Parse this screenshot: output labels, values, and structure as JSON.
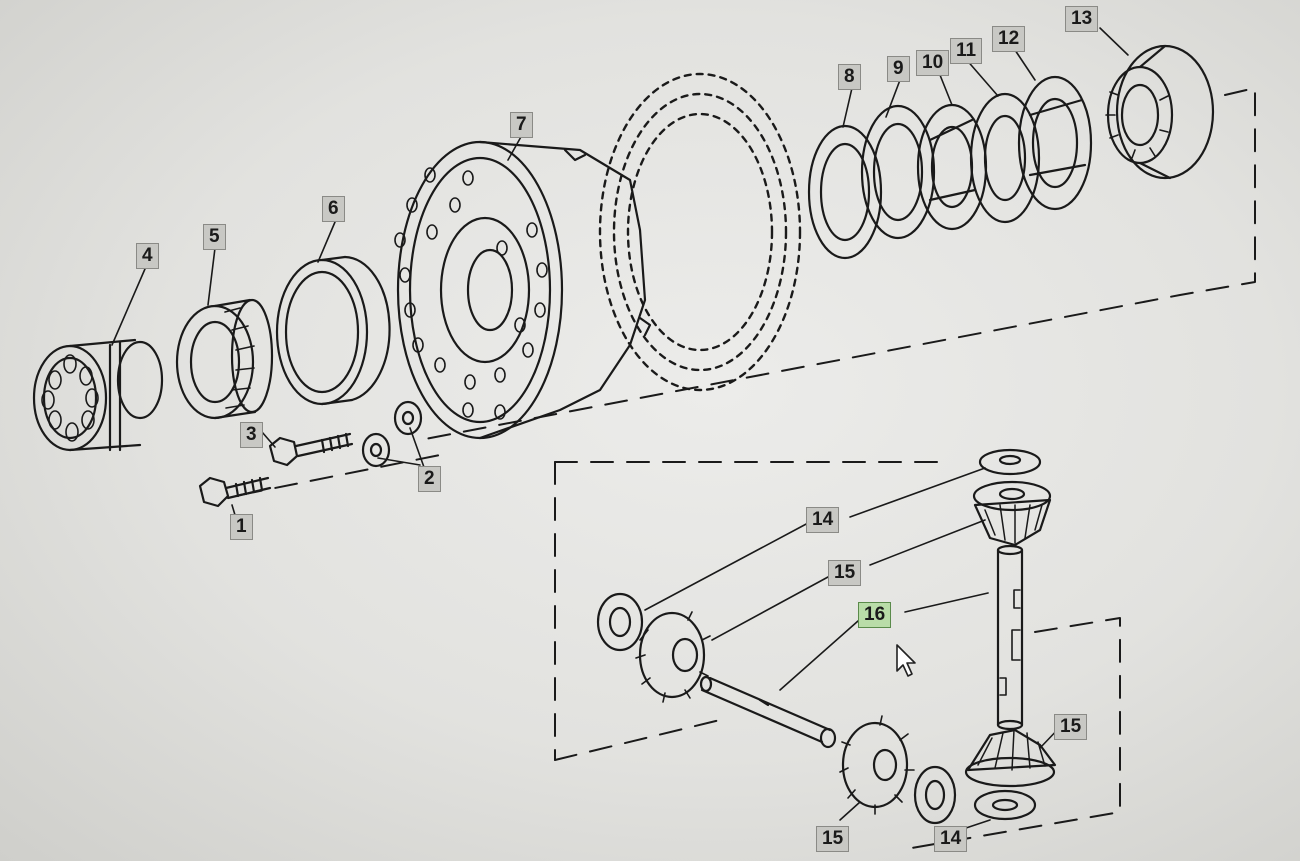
{
  "callouts": [
    {
      "id": "c1",
      "label": "1"
    },
    {
      "id": "c2",
      "label": "2"
    },
    {
      "id": "c3",
      "label": "3"
    },
    {
      "id": "c4",
      "label": "4"
    },
    {
      "id": "c5",
      "label": "5"
    },
    {
      "id": "c6",
      "label": "6"
    },
    {
      "id": "c7",
      "label": "7"
    },
    {
      "id": "c8",
      "label": "8"
    },
    {
      "id": "c9",
      "label": "9"
    },
    {
      "id": "c10",
      "label": "10"
    },
    {
      "id": "c11",
      "label": "11"
    },
    {
      "id": "c12",
      "label": "12"
    },
    {
      "id": "c13",
      "label": "13"
    },
    {
      "id": "c14a",
      "label": "14"
    },
    {
      "id": "c14b",
      "label": "14"
    },
    {
      "id": "c15a",
      "label": "15"
    },
    {
      "id": "c15b",
      "label": "15"
    },
    {
      "id": "c15c",
      "label": "15"
    },
    {
      "id": "c16",
      "label": "16",
      "highlighted": true
    }
  ],
  "colors": {
    "line": "#1a1a1a",
    "callout_bg": "#c8c8c4",
    "highlight_bg": "#b9dca8"
  },
  "icons": [
    "mouse-pointer-icon"
  ]
}
